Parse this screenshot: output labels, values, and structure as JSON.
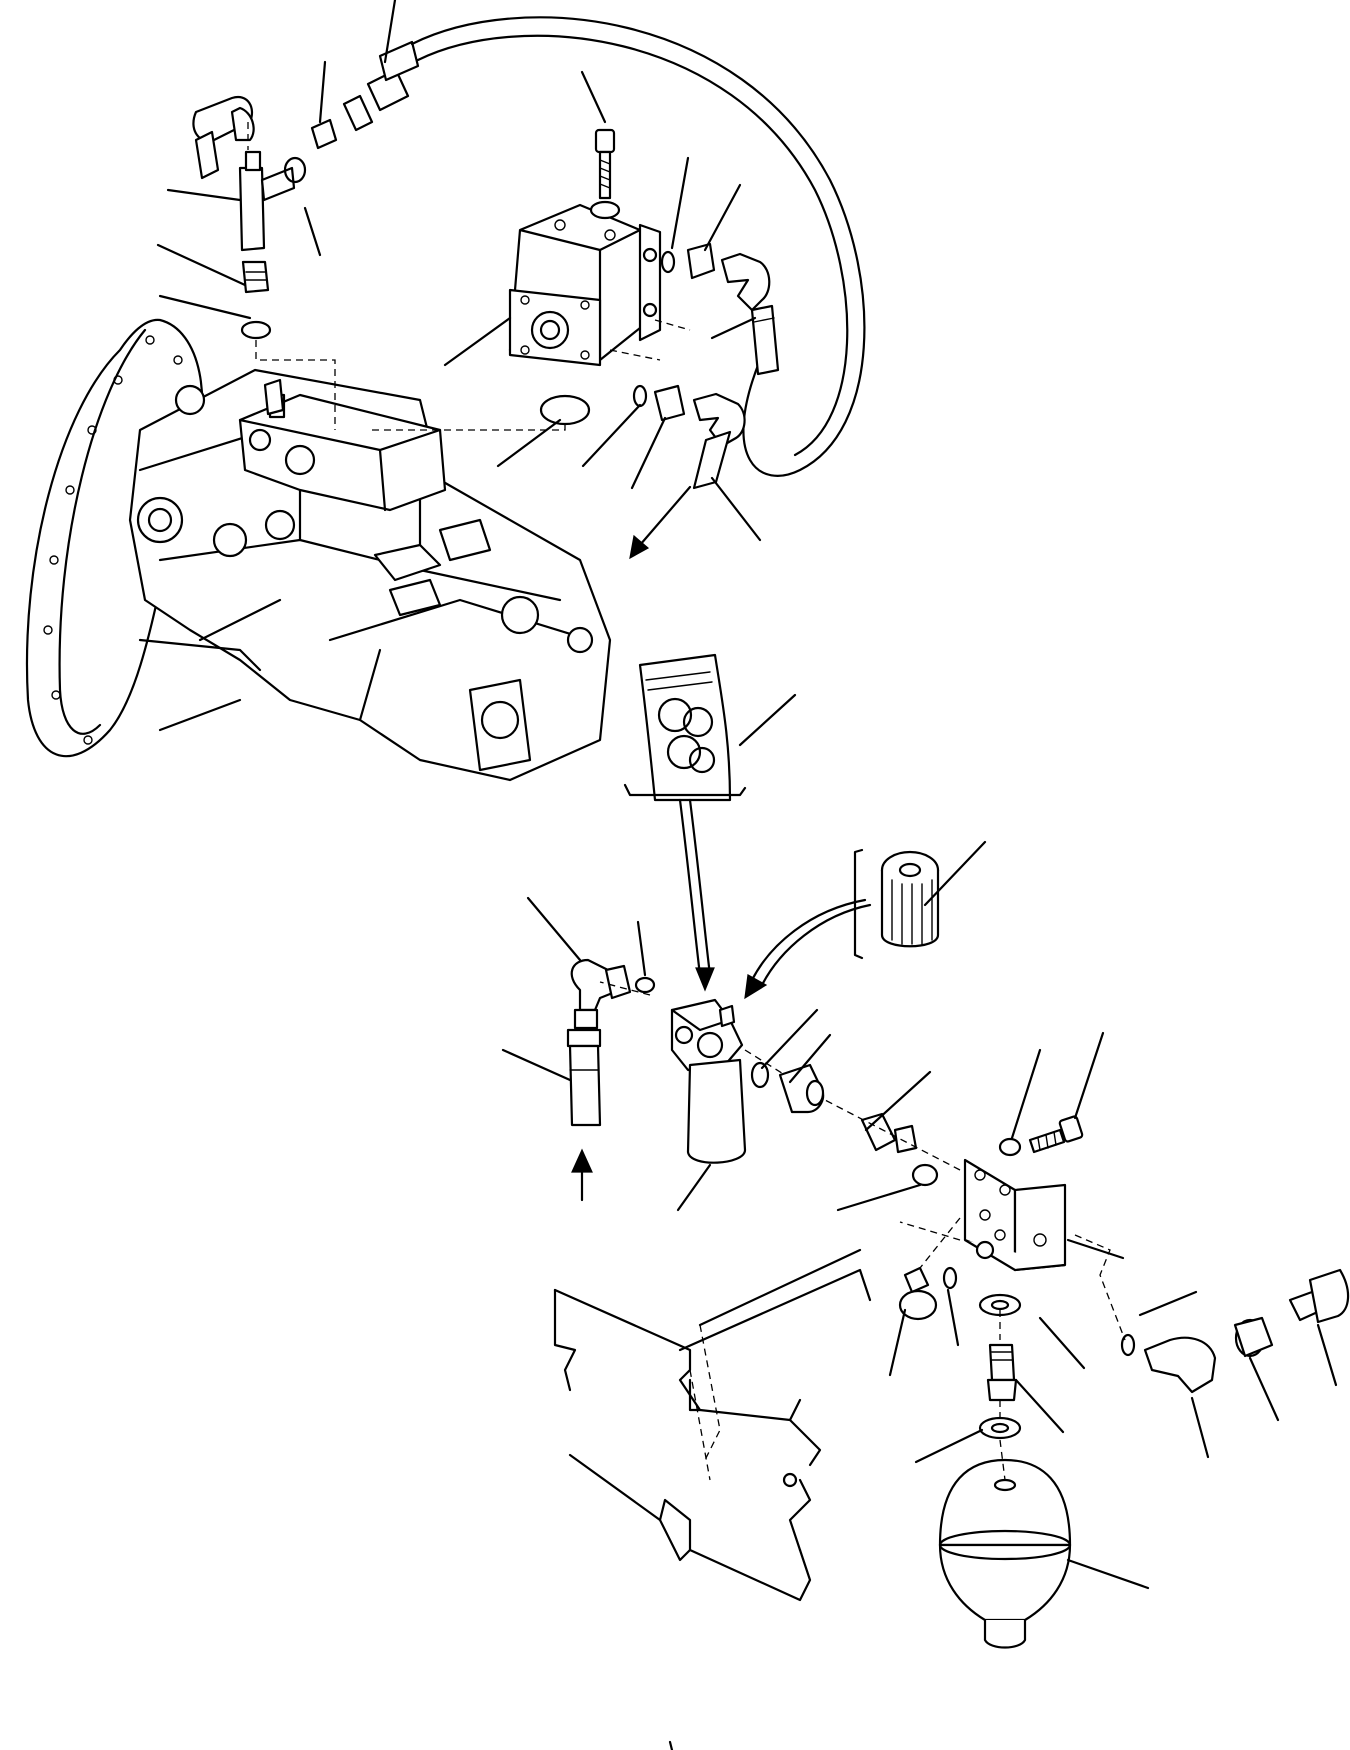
{
  "diagram": {
    "type": "exploded parts illustration",
    "components": [
      {
        "name": "hydraulic-pump-assembly",
        "icon": "pump-icon"
      },
      {
        "name": "valve-block",
        "icon": "valve-block-icon"
      },
      {
        "name": "flexible-hose",
        "icon": "hose-icon"
      },
      {
        "name": "line-filter",
        "icon": "filter-icon"
      },
      {
        "name": "filter-element",
        "icon": "filter-element-icon"
      },
      {
        "name": "seal-kit",
        "icon": "seal-kit-icon"
      },
      {
        "name": "mounting-bracket",
        "icon": "bracket-icon"
      },
      {
        "name": "accumulator",
        "icon": "accumulator-icon"
      },
      {
        "name": "frame-section",
        "icon": "frame-icon"
      }
    ],
    "callout_count": 40,
    "text_labels": []
  }
}
